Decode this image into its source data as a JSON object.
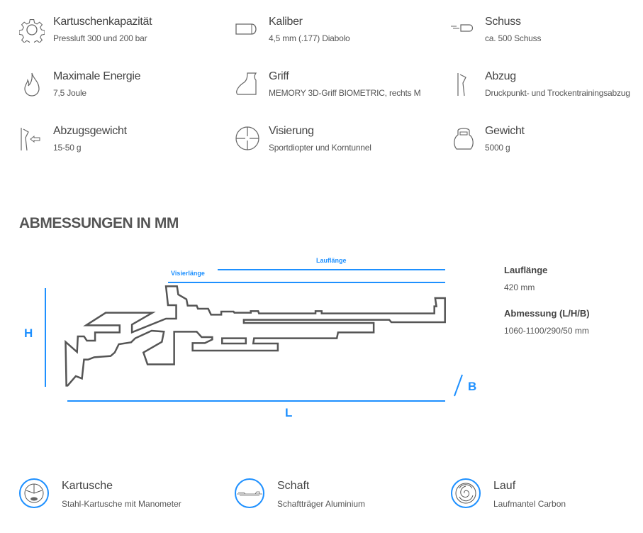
{
  "features": [
    {
      "title": "Kartuschenkapazität",
      "value": "Pressluft 300 und 200 bar",
      "icon": "gear-icon"
    },
    {
      "title": "Kaliber",
      "value": "4,5 mm (.177) Diabolo",
      "icon": "bullet-icon"
    },
    {
      "title": "Schuss",
      "value": "ca. 500 Schuss",
      "icon": "shot-icon"
    },
    {
      "title": "Maximale Energie",
      "value": "7,5 Joule",
      "icon": "flame-icon"
    },
    {
      "title": "Griff",
      "value": "MEMORY 3D-Griff BIOMETRIC, rechts M",
      "icon": "grip-icon"
    },
    {
      "title": "Abzug",
      "value": "Druckpunkt- und Trockentrainingsabzug",
      "icon": "trigger-icon"
    },
    {
      "title": "Abzugsgewicht",
      "value": "15-50 g",
      "icon": "trigger-weight-icon"
    },
    {
      "title": "Visierung",
      "value": "Sportdiopter und Korntunnel",
      "icon": "crosshair-icon"
    },
    {
      "title": "Gewicht",
      "value": "5000 g",
      "icon": "kettlebell-icon"
    }
  ],
  "dimensions": {
    "heading": "ABMESSUNGEN IN MM",
    "labels": {
      "lauflaenge": "Lauflänge",
      "visierlaenge": "Visierlänge",
      "h": "H",
      "l": "L",
      "b": "B"
    },
    "info": [
      {
        "key": "Lauflänge",
        "value": "420 mm"
      },
      {
        "key": "Abmessung (L/H/B)",
        "value": "1060-1100/290/50 mm"
      }
    ]
  },
  "materials": [
    {
      "title": "Kartusche",
      "value": "Stahl-Kartusche mit Manometer",
      "icon": "cartridge-icon"
    },
    {
      "title": "Schaft",
      "value": "Schaftträger Aluminium",
      "icon": "stock-icon"
    },
    {
      "title": "Lauf",
      "value": "Laufmantel Carbon",
      "icon": "barrel-icon"
    }
  ],
  "colors": {
    "accent": "#1e90ff",
    "text": "#444444"
  }
}
